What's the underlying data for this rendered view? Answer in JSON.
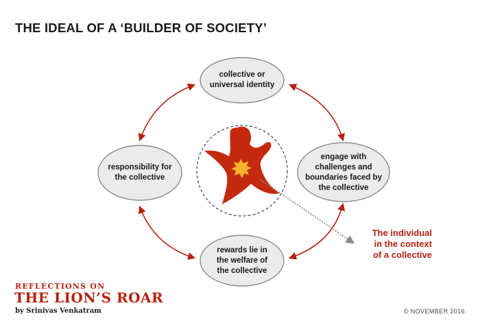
{
  "title": "THE IDEAL OF A ‘BUILDER OF SOCIETY’",
  "nodes": {
    "top": "collective or\nuniversal identity",
    "left": "responsibility for\nthe collective",
    "right": "engage with\nchallenges and\nboundaries faced by\nthe collective",
    "bottom": "rewards lie in\nthe welfare of\nthe collective"
  },
  "callout": "The individual\nin the context\nof a collective",
  "branding": {
    "series": "REFLECTIONS ON",
    "name": "THE LION’S ROAR",
    "author": "by Srinivas Venkatram"
  },
  "copyright": "© NOVEMBER 2016",
  "colors": {
    "accent": "#b5210f",
    "star_fill": "#c42a0f",
    "burst_fill": "#f5b12a",
    "node_fill": "#ebebeb",
    "node_border": "#8a8a8a"
  },
  "icons": [
    "person-star-icon",
    "burst-icon"
  ]
}
